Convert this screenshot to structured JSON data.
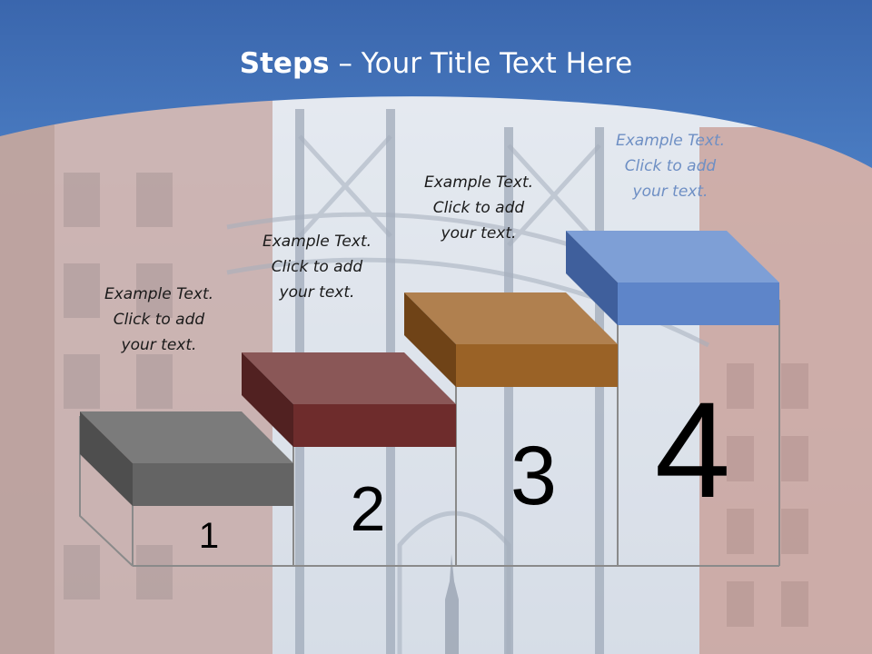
{
  "slide": {
    "title_bold": "Steps",
    "title_rest": " – Your Title Text Here"
  },
  "steps": [
    {
      "number": "1",
      "line1": "Example Text.",
      "line2": "Click  to add",
      "line3": "your text.",
      "color": "#6b6b6b"
    },
    {
      "number": "2",
      "line1": "Example Text.",
      "line2": "Click  to add",
      "line3": "your text.",
      "color": "#7a3535"
    },
    {
      "number": "3",
      "line1": "Example Text.",
      "line2": "Click  to add",
      "line3": "your text.",
      "color": "#a0692e"
    },
    {
      "number": "4",
      "line1": "Example Text.",
      "line2": "Click  to add",
      "line3": "your text.",
      "color": "#5b7fbf"
    }
  ],
  "colors": {
    "header_blue": "#3f6fb5",
    "outline": "#8a8a8a"
  }
}
